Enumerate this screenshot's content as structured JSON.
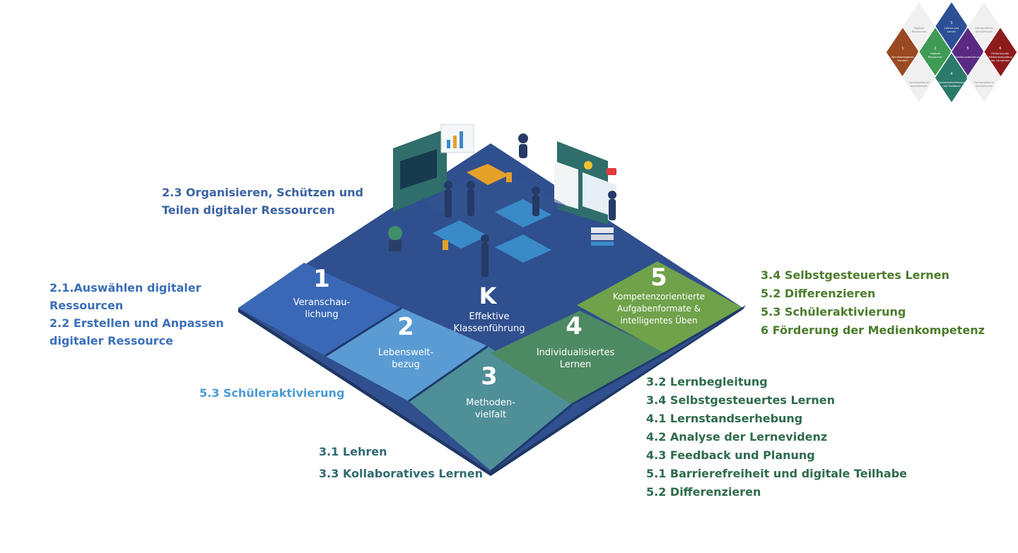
{
  "tiles": {
    "k": {
      "number": "K",
      "label_line1": "Effektive",
      "label_line2": "Klassenführung",
      "color": "#2f4f8e"
    },
    "t1": {
      "number": "1",
      "label_line1": "Veranschau-",
      "label_line2": "lichung",
      "color": "#3a68b6"
    },
    "t2": {
      "number": "2",
      "label_line1": "Lebenswelt-",
      "label_line2": "bezug",
      "color": "#5b9bd4"
    },
    "t3": {
      "number": "3",
      "label_line1": "Methoden-",
      "label_line2": "vielfalt",
      "color": "#4f8f98"
    },
    "t4": {
      "number": "4",
      "label_line1": "Individualisiertes",
      "label_line2": "Lernen",
      "color": "#4d8a63"
    },
    "t5": {
      "number": "5",
      "label_line1": "Kompetenzorientierte",
      "label_line2": "Aufgabenformate &",
      "label_line3": "intelligentes Üben",
      "color": "#6fa24a"
    }
  },
  "labels": {
    "top_left": [
      "2.3 Organisieren, Schützen und",
      "Teilen digitaler Ressourcen"
    ],
    "left": [
      "2.1.Auswählen digitaler",
      "Ressourcen",
      "2.2 Erstellen und Anpassen",
      "digitaler Ressource"
    ],
    "mid_left": [
      "5.3 Schüleraktivierung"
    ],
    "bottom": [
      "3.1 Lehren",
      "3.3 Kollaboratives Lernen"
    ],
    "bottom_right": [
      "3.2 Lernbegleitung",
      "3.4 Selbstgesteuertes Lernen",
      "4.1 Lernstandserhebung",
      "4.2 Analyse der Lernevidenz",
      "4.3 Feedback und Planung",
      "5.1 Barrierefreiheit und digitale Teilhabe",
      "5.2 Differenzieren"
    ],
    "right": [
      "3.4 Selbstgesteuertes Lernen",
      "5.2 Differenzieren",
      "5.3 Schüleraktivierung",
      "6 Förderung der Medienkompetenz"
    ]
  },
  "logo": {
    "cells": [
      {
        "num": "",
        "text": "Digitale Ressourcen",
        "color": "#f0f0f0"
      },
      {
        "num": "3",
        "text": "Lehren und Lernen",
        "color": "#2c4f96"
      },
      {
        "num": "",
        "text": "Übergreifende Kompetenzen",
        "color": "#f0f0f0"
      },
      {
        "num": "1",
        "text": "Berufsbezogenes Handeln",
        "color": "#9a4a22"
      },
      {
        "num": "2",
        "text": "Digitale Ressourcen",
        "color": "#3e9a54"
      },
      {
        "num": "5",
        "text": "Schüler-orientierung",
        "color": "#5a2a83"
      },
      {
        "num": "6",
        "text": "Förderung der Medienkompetenz der Lernenden",
        "color": "#8e1b1b"
      },
      {
        "num": "",
        "text": "Fachspezifische Kompetenzen",
        "color": "#f0f0f0"
      },
      {
        "num": "4",
        "text": "Lernstandserhebung und Feedback",
        "color": "#2c7a6a"
      },
      {
        "num": "",
        "text": "Fachspezifische Kompetenzen",
        "color": "#f0f0f0"
      }
    ]
  }
}
